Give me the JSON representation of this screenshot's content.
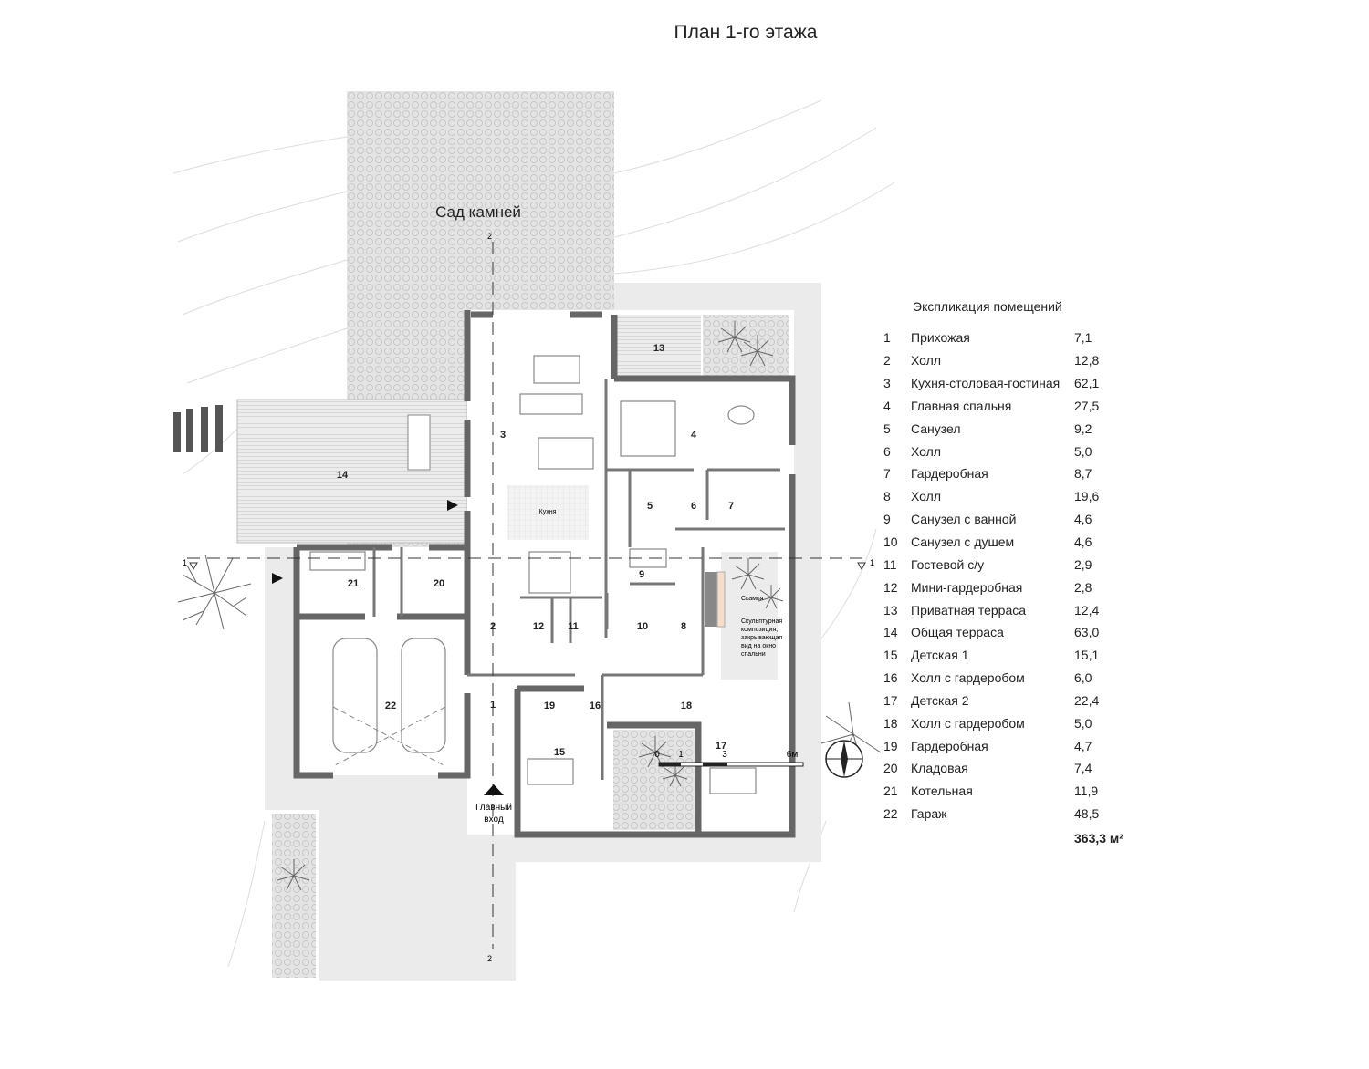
{
  "title": "План 1-го этажа",
  "garden_label": "Сад камней",
  "entrance_label_1": "Главный",
  "entrance_label_2": "вход",
  "kitchen_label": "Кухня",
  "bench_label": "Скамья",
  "sculpture_note": [
    "Скульптурная",
    "композиция,",
    "закрывающая",
    "вид на окно",
    "спальни"
  ],
  "section_marks": {
    "horizontal": "1",
    "vertical": "2"
  },
  "scale": {
    "ticks": [
      "0",
      "1",
      "3",
      "6м"
    ]
  },
  "room_numbers": [
    "1",
    "2",
    "3",
    "4",
    "5",
    "6",
    "7",
    "8",
    "9",
    "10",
    "11",
    "12",
    "13",
    "14",
    "15",
    "16",
    "17",
    "18",
    "19",
    "20",
    "21",
    "22"
  ],
  "legend": {
    "header": "Экспликация помещений",
    "rooms": [
      {
        "num": "1",
        "name": "Прихожая",
        "area": "7,1"
      },
      {
        "num": "2",
        "name": "Холл",
        "area": "12,8"
      },
      {
        "num": "3",
        "name": "Кухня-столовая-гостиная",
        "area": "62,1"
      },
      {
        "num": "4",
        "name": "Главная спальня",
        "area": "27,5"
      },
      {
        "num": "5",
        "name": "Санузел",
        "area": "9,2"
      },
      {
        "num": "6",
        "name": "Холл",
        "area": "5,0"
      },
      {
        "num": "7",
        "name": "Гардеробная",
        "area": "8,7"
      },
      {
        "num": "8",
        "name": "Холл",
        "area": "19,6"
      },
      {
        "num": "9",
        "name": "Санузел с ванной",
        "area": "4,6"
      },
      {
        "num": "10",
        "name": "Санузел с душем",
        "area": "4,6"
      },
      {
        "num": "11",
        "name": "Гостевой с/у",
        "area": "2,9"
      },
      {
        "num": "12",
        "name": "Мини-гардеробная",
        "area": "2,8"
      },
      {
        "num": "13",
        "name": "Приватная терраса",
        "area": "12,4"
      },
      {
        "num": "14",
        "name": "Общая терраса",
        "area": "63,0"
      },
      {
        "num": "15",
        "name": "Детская 1",
        "area": "15,1"
      },
      {
        "num": "16",
        "name": "Холл с гардеробом",
        "area": "6,0"
      },
      {
        "num": "17",
        "name": "Детская 2",
        "area": "22,4"
      },
      {
        "num": "18",
        "name": "Холл с гардеробом",
        "area": "5,0"
      },
      {
        "num": "19",
        "name": "Гардеробная",
        "area": "4,7"
      },
      {
        "num": "20",
        "name": "Кладовая",
        "area": "7,4"
      },
      {
        "num": "21",
        "name": "Котельная",
        "area": "11,9"
      },
      {
        "num": "22",
        "name": "Гараж",
        "area": "48,5"
      }
    ],
    "total": "363,3 м²"
  }
}
